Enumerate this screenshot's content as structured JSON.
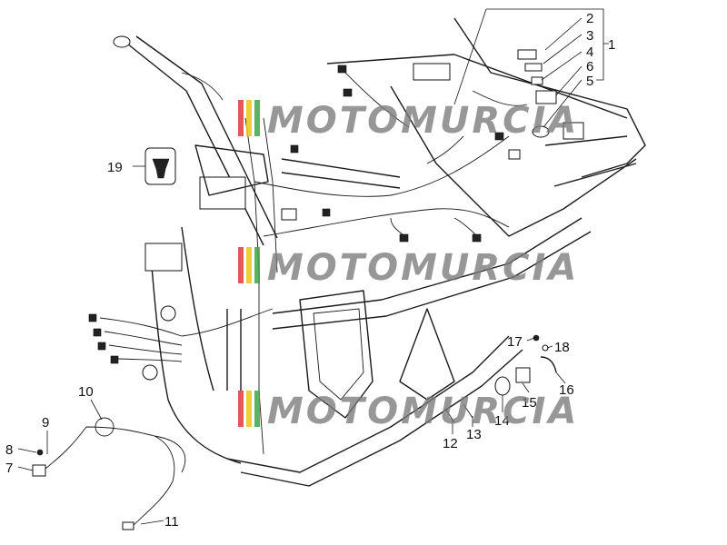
{
  "watermark": {
    "text": "MOTOMURCIA",
    "stripe_colors": [
      "#e23b3b",
      "#f0c419",
      "#3aa84a"
    ]
  },
  "callouts": [
    {
      "id": "label-1",
      "text": "1"
    },
    {
      "id": "label-2",
      "text": "2"
    },
    {
      "id": "label-3",
      "text": "3"
    },
    {
      "id": "label-4",
      "text": "4"
    },
    {
      "id": "label-5",
      "text": "5"
    },
    {
      "id": "label-6",
      "text": "6"
    },
    {
      "id": "label-7",
      "text": "7"
    },
    {
      "id": "label-8",
      "text": "8"
    },
    {
      "id": "label-9",
      "text": "9"
    },
    {
      "id": "label-10",
      "text": "10"
    },
    {
      "id": "label-11",
      "text": "11"
    },
    {
      "id": "label-12",
      "text": "12"
    },
    {
      "id": "label-13",
      "text": "13"
    },
    {
      "id": "label-14",
      "text": "14"
    },
    {
      "id": "label-15",
      "text": "15"
    },
    {
      "id": "label-16",
      "text": "16"
    },
    {
      "id": "label-17",
      "text": "17"
    },
    {
      "id": "label-18",
      "text": "18"
    },
    {
      "id": "label-19",
      "text": "19"
    }
  ]
}
